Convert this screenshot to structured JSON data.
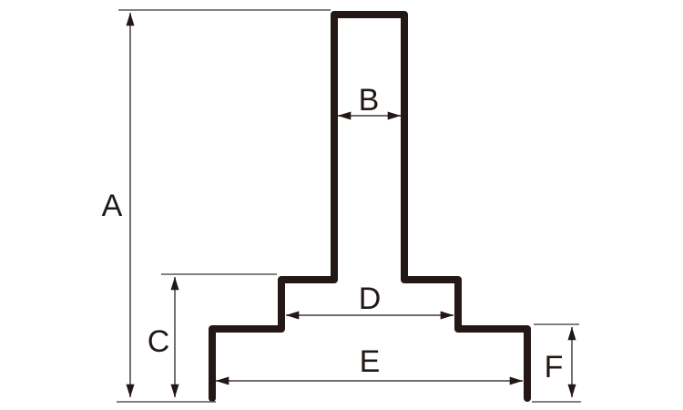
{
  "diagram": {
    "title": "stepped-profile-cross-section",
    "labels": {
      "A": "A",
      "B": "B",
      "C": "C",
      "D": "D",
      "E": "E",
      "F": "F"
    },
    "colors": {
      "outline": "#231815",
      "dimension_line": "#595757",
      "extension_line": "#595757",
      "arrow": "#231815",
      "text": "#231815",
      "background": "#ffffff"
    }
  }
}
